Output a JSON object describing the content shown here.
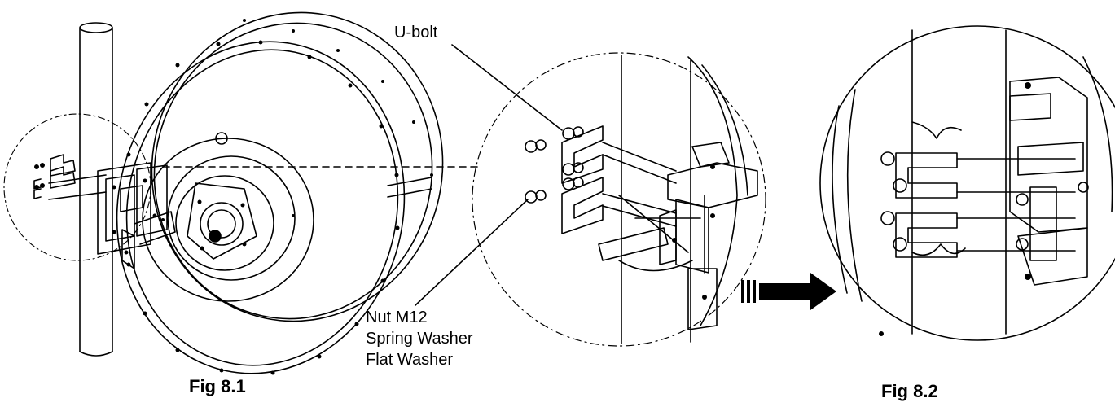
{
  "labels": {
    "ubolt": "U-bolt",
    "nut": "Nut M12",
    "spring_washer": "Spring Washer",
    "flat_washer": "Flat Washer"
  },
  "figures": {
    "fig1": "Fig 8.1",
    "fig2": "Fig 8.2"
  },
  "colors": {
    "line": "#000000",
    "background": "#ffffff"
  }
}
